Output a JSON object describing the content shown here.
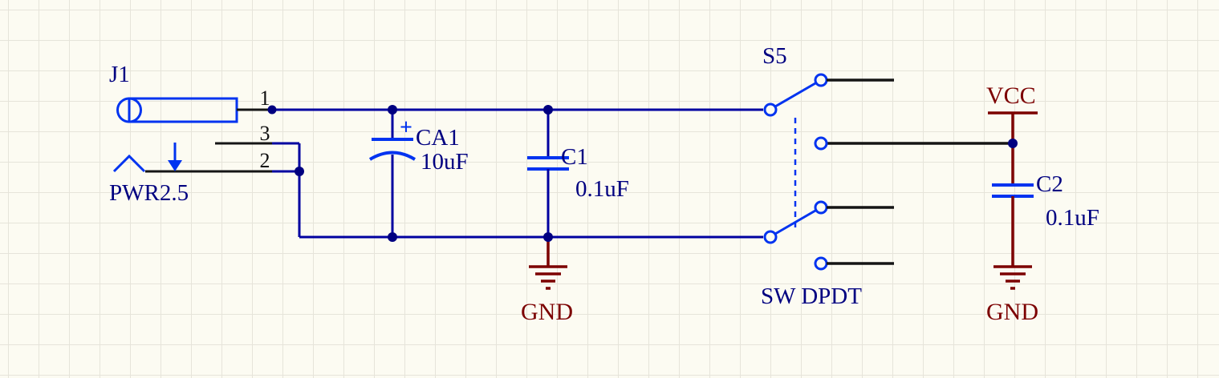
{
  "colors": {
    "wire": "#0000a0",
    "component_outline": "#0033f0",
    "power_symbol": "#7c0000",
    "designator_text": "#000080",
    "pin_number_text": "#101010",
    "background": "#fcfbf2",
    "grid_line": "#e6e4da"
  },
  "schematic": {
    "connector": {
      "designator": "J1",
      "type_label": "PWR2.5",
      "pin1": "1",
      "pin2": "2",
      "pin3": "3"
    },
    "cap_ca1": {
      "designator": "CA1",
      "value": "10uF",
      "polarity": "+"
    },
    "cap_c1": {
      "designator": "C1",
      "value": "0.1uF"
    },
    "cap_c2": {
      "designator": "C2",
      "value": "0.1uF"
    },
    "switch_s5": {
      "designator": "S5",
      "type_label": "SW DPDT"
    },
    "power": {
      "vcc_label": "VCC",
      "gnd_left_label": "GND",
      "gnd_right_label": "GND"
    }
  }
}
